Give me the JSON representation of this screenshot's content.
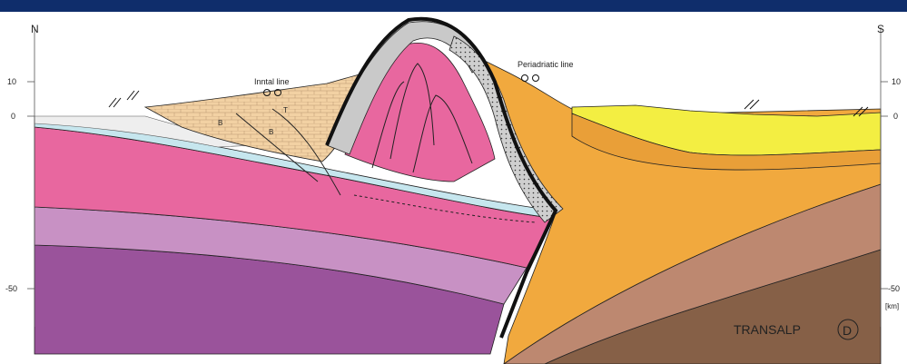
{
  "header_color": "#0f2d6b",
  "compass": {
    "north": "N",
    "south": "S"
  },
  "depth_axis": {
    "left_ticks": [
      "10",
      "0",
      "-50"
    ],
    "right_ticks": [
      "10",
      "0",
      "-50"
    ],
    "unit": "[km]"
  },
  "labels": {
    "inntal": "Inntal line",
    "periadriatic": "Periadriatic line",
    "unit_b1": "B",
    "unit_b2": "B",
    "unit_t": "T"
  },
  "badge": {
    "text": "TRANSALP",
    "letter": "D"
  },
  "colors": {
    "european_upper_crust": "#e8679f",
    "european_lower_crust": "#c891c4",
    "european_mantle": "#9a539b",
    "adriatic_upper_crust": "#f1a93e",
    "adriatic_lower_crust": "#bd8870",
    "adriatic_mantle": "#866047",
    "molasse": "#f3ee42",
    "northern_calcareous_alps": "#f2d1a3",
    "penninic_zone": "#c6e6ee",
    "sediment_cover": "#c9c9c9"
  }
}
